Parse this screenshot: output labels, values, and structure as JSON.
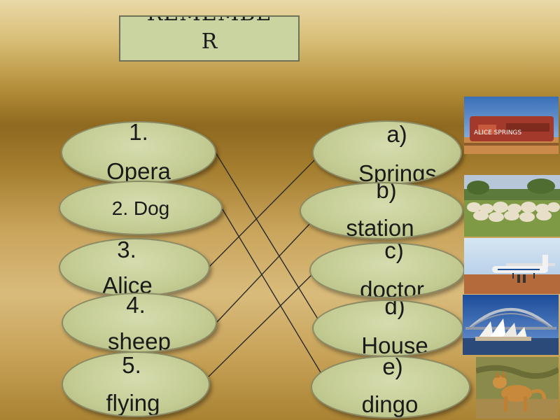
{
  "title": {
    "line1": "REMEMBE",
    "line2": "R"
  },
  "left": [
    {
      "num": "1.",
      "word": "Opera"
    },
    {
      "text": "2. Dog"
    },
    {
      "num": "3.",
      "word": "Alice"
    },
    {
      "num": "4.",
      "word": "sheep"
    },
    {
      "num": "5.",
      "word": "flying"
    }
  ],
  "right": [
    {
      "letter": "a)",
      "word": "Springs"
    },
    {
      "letter": "b)",
      "word": "station"
    },
    {
      "letter": "c)",
      "word": "doctor"
    },
    {
      "letter": "d)",
      "word": "House"
    },
    {
      "letter": "e)",
      "word": "dingo"
    }
  ],
  "photos": {
    "alice_sign": "ALICE SPRINGS"
  },
  "colors": {
    "oval_fill": "#c9d09c",
    "title_fill": "#c9d4a0",
    "line": "#2a2a2a"
  },
  "icons": [
    "alice-springs-sign-photo",
    "sheep-photo",
    "flying-doctor-plane-photo",
    "sydney-opera-house-photo",
    "dingo-photo"
  ]
}
